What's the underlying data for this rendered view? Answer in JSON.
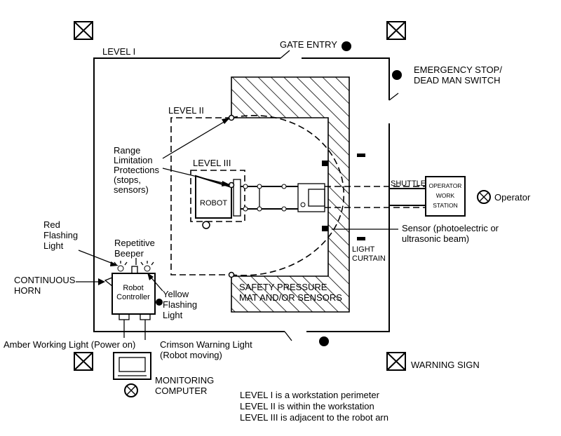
{
  "labels": {
    "level1": "LEVEL I",
    "gate_entry": "GATE ENTRY",
    "emergency_stop_1": "EMERGENCY STOP/",
    "emergency_stop_2": "DEAD MAN SWITCH",
    "level2": "LEVEL II",
    "level3": "LEVEL III",
    "range_1": "Range",
    "range_2": "Limitation",
    "range_3": "Protections",
    "range_4": "(stops,",
    "range_5": "sensors)",
    "robot": "ROBOT",
    "shuttle": "SHUTTLE",
    "ows_1": "OPERATOR",
    "ows_2": "WORK",
    "ows_3": "STATION",
    "operator": "Operator",
    "sensor_1": "Sensor (photoelectric or",
    "sensor_2": "ultrasonic beam)",
    "light_curtain_1": "LIGHT",
    "light_curtain_2": "CURTAIN",
    "red_light_1": "Red",
    "red_light_2": "Flashing",
    "red_light_3": "Light",
    "beeper_1": "Repetitive",
    "beeper_2": "Beeper",
    "horn_1": "CONTINUOUS",
    "horn_2": "HORN",
    "controller_1": "Robot",
    "controller_2": "Controller",
    "yellow_1": "Yellow",
    "yellow_2": "Flashing",
    "yellow_3": "Light",
    "mat_1": "SAFETY PRESSURE",
    "mat_2": "MAT AND/OR SENSORS",
    "amber": "Amber Working Light (Power on)",
    "crimson_1": "Crimson Warning Light",
    "crimson_2": "(Robot moving)",
    "computer_1": "MONITORING",
    "computer_2": "COMPUTER",
    "warning_sign": "WARNING SIGN"
  },
  "notes": [
    "LEVEL I is a workstation perimeter",
    "LEVEL II is within the workstation",
    "LEVEL III is adjacent to the robot arn"
  ]
}
